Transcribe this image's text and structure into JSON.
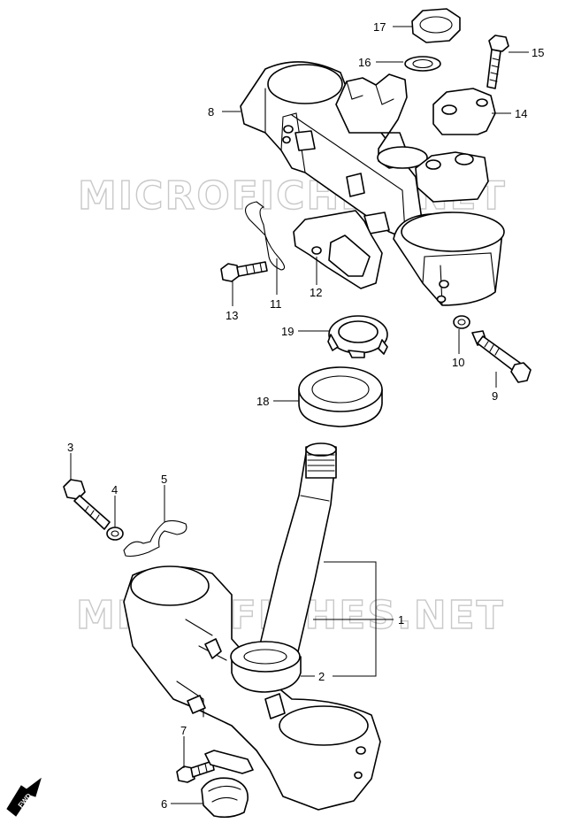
{
  "watermark": "MICROFICHES.NET",
  "fwd_badge": "FWD",
  "callouts": {
    "p1": "1",
    "p2": "2",
    "p3": "3",
    "p4": "4",
    "p5": "5",
    "p6": "6",
    "p7": "7",
    "p8": "8",
    "p9": "9",
    "p10": "10",
    "p11": "11",
    "p12": "12",
    "p13": "13",
    "p14": "14",
    "p15": "15",
    "p16": "16",
    "p17": "17",
    "p18": "18",
    "p19": "19"
  }
}
